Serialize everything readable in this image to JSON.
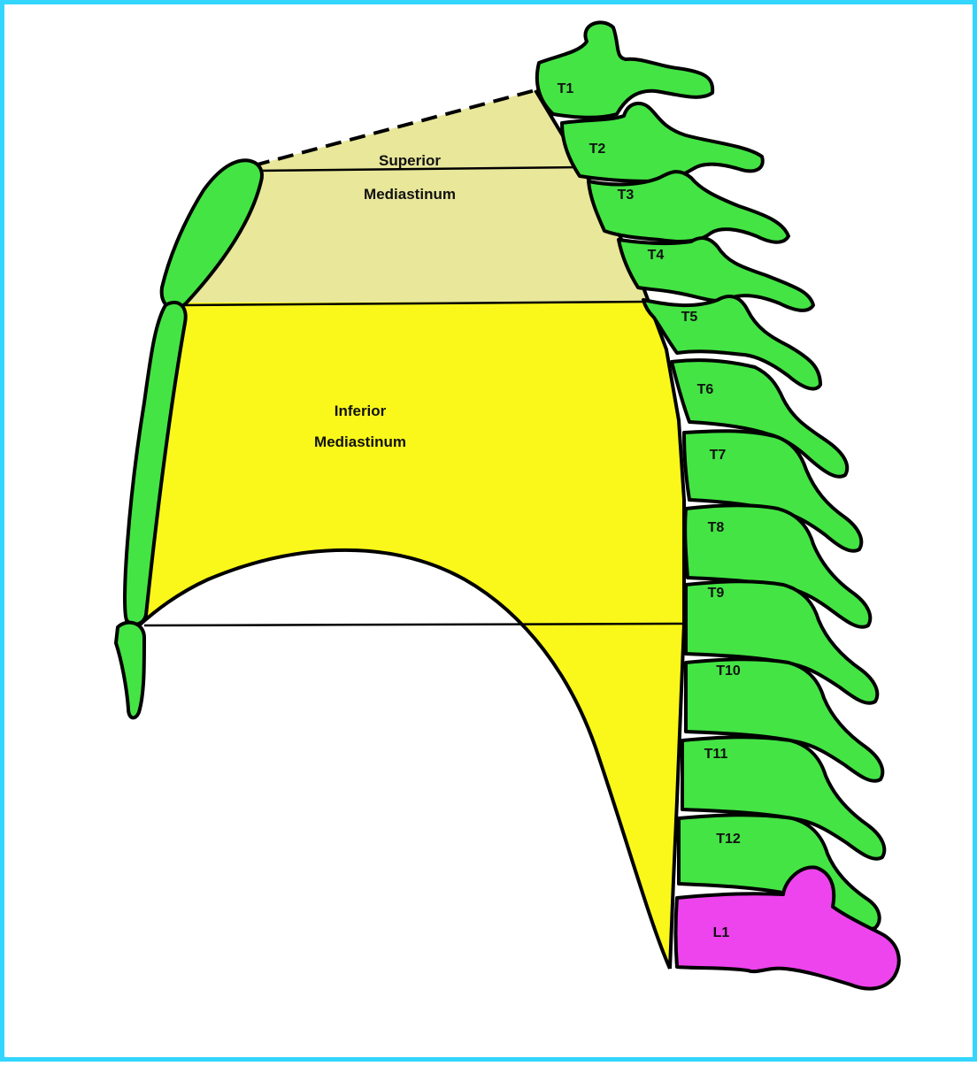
{
  "regions": {
    "superior": {
      "line1": "Superior",
      "line2": "Mediastinum"
    },
    "inferior": {
      "line1": "Inferior",
      "line2": "Mediastinum"
    }
  },
  "vertebrae": [
    "T1",
    "T2",
    "T3",
    "T4",
    "T5",
    "T6",
    "T7",
    "T8",
    "T9",
    "T10",
    "T11",
    "T12",
    "L1"
  ],
  "colors": {
    "border": "#33d6ff",
    "bone": "#44e444",
    "superior_region": "#e8e79a",
    "inferior_region": "#faf81a",
    "l1": "#ee44ee",
    "outline": "#000000"
  }
}
